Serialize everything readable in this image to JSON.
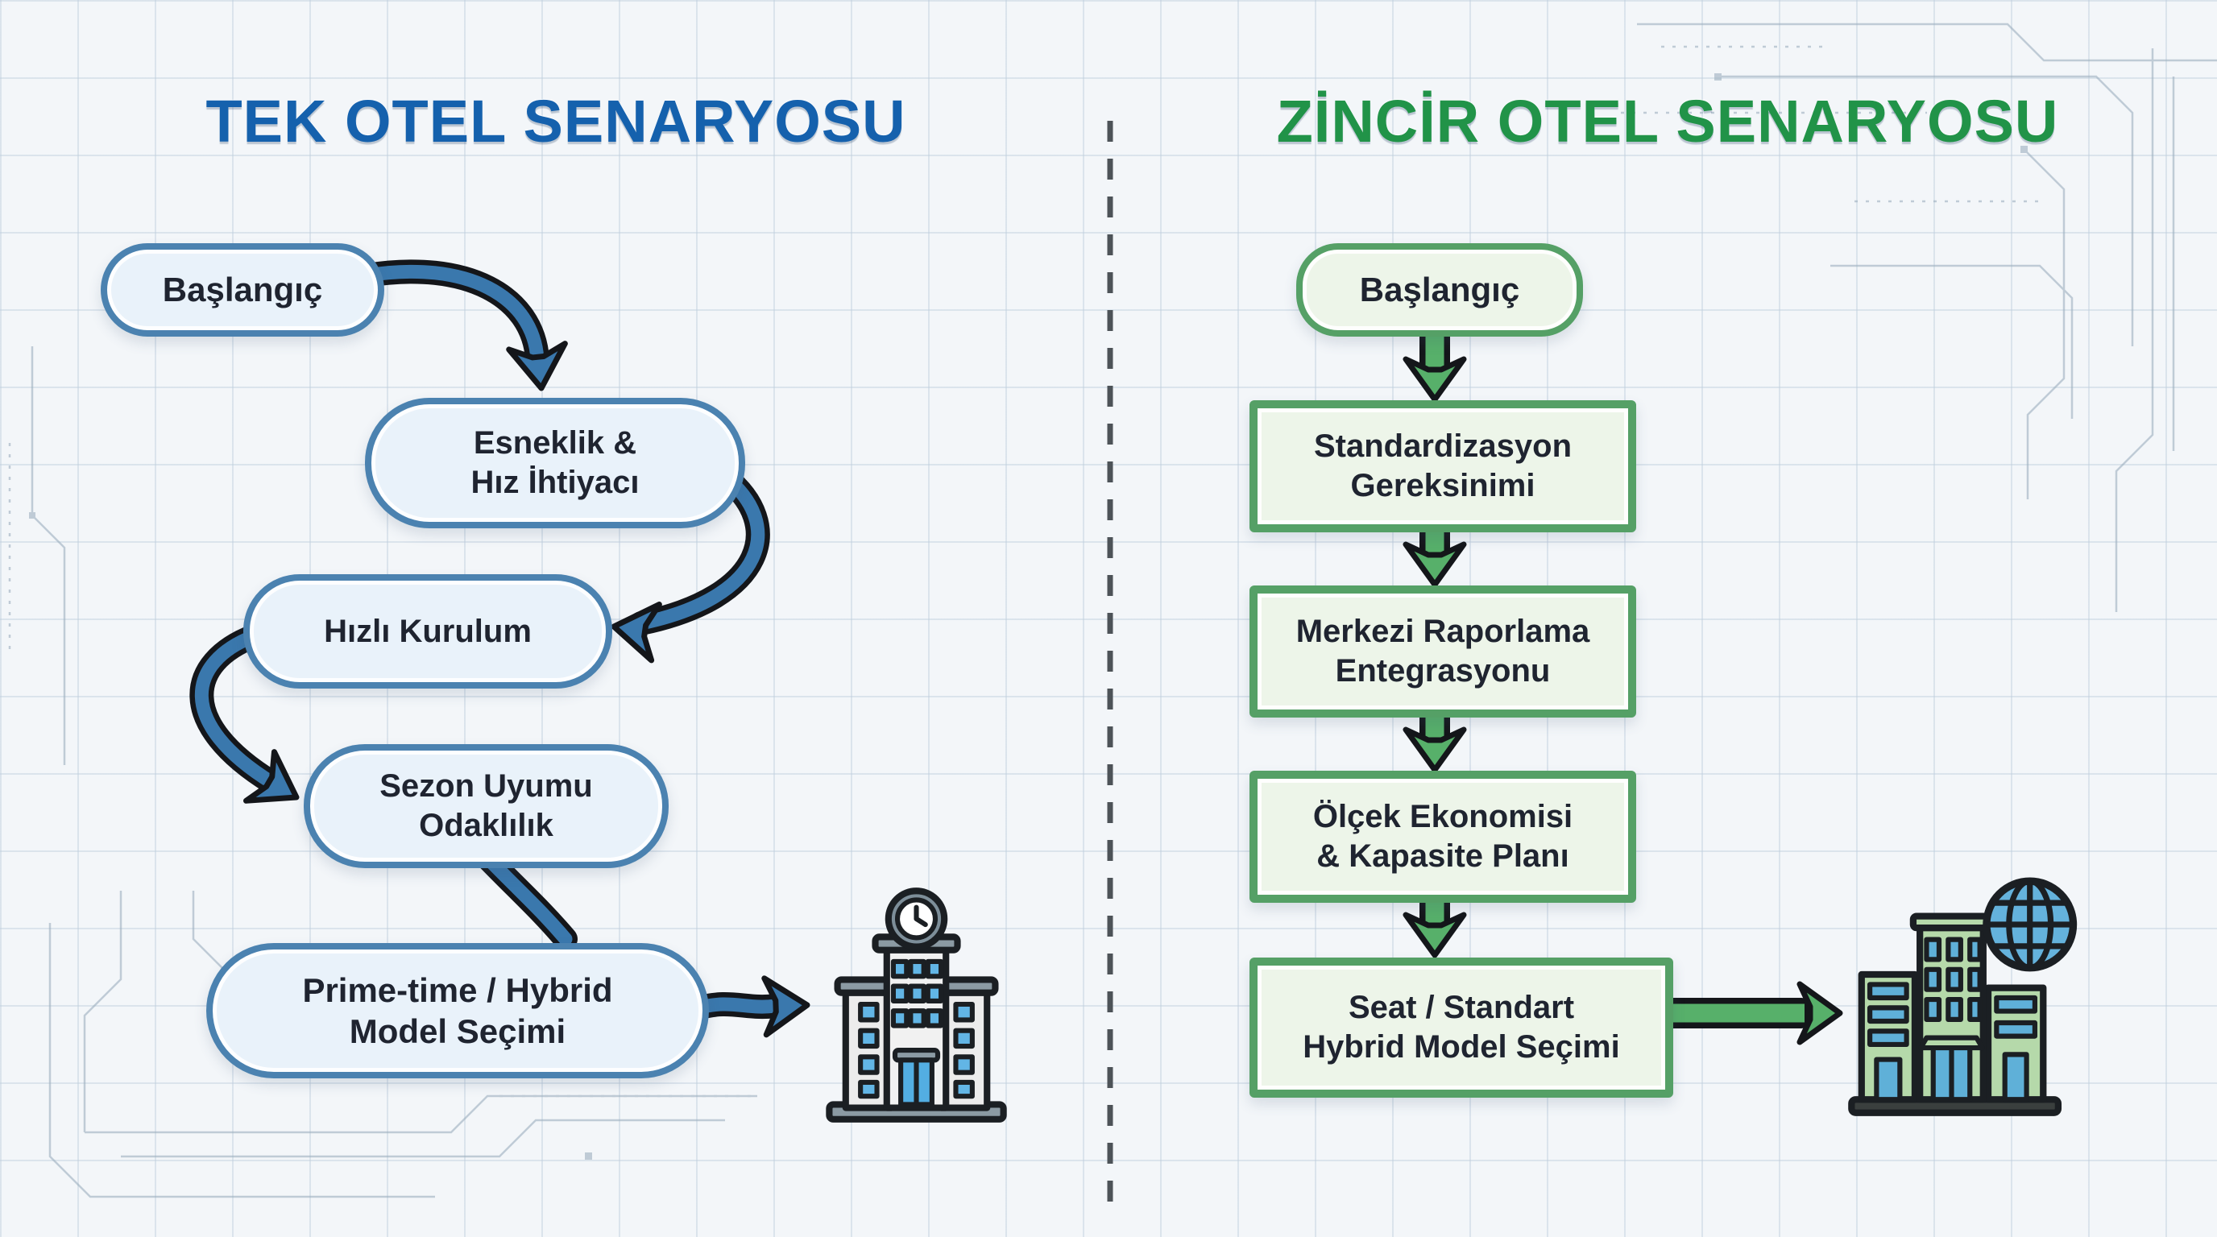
{
  "colors": {
    "blue_title": "#1561ad",
    "blue_border": "#4b82b0",
    "blue_fill": "#e9f2fa",
    "blue_arrow": "#3a78ad",
    "green_title": "#219348",
    "green_border": "#55a066",
    "green_fill": "#edf5e9",
    "green_arrow": "#57b06a",
    "ink": "#1f2430",
    "divider": "#4d5358"
  },
  "left": {
    "title": "TEK OTEL SENARYOSU",
    "nodes": [
      {
        "label": "Başlangıç"
      },
      {
        "label": "Esneklik &\nHız İhtiyacı"
      },
      {
        "label": "Hızlı Kurulum"
      },
      {
        "label": "Sezon Uyumu\nOdaklılık"
      },
      {
        "label": "Prime-time / Hybrid\nModel Seçimi"
      }
    ],
    "icon": "single-hotel-with-clock"
  },
  "right": {
    "title": "ZİNCİR OTEL SENARYOSU",
    "nodes": [
      {
        "label": "Başlangıç"
      },
      {
        "label": "Standardizasyon\nGereksinimi"
      },
      {
        "label": "Merkezi Raporlama\nEntegrasyonu"
      },
      {
        "label": "Ölçek Ekonomisi\n& Kapasite Planı"
      },
      {
        "label": "Seat / Standart\nHybrid Model Seçimi"
      }
    ],
    "icon": "hotel-chain-with-globe"
  }
}
